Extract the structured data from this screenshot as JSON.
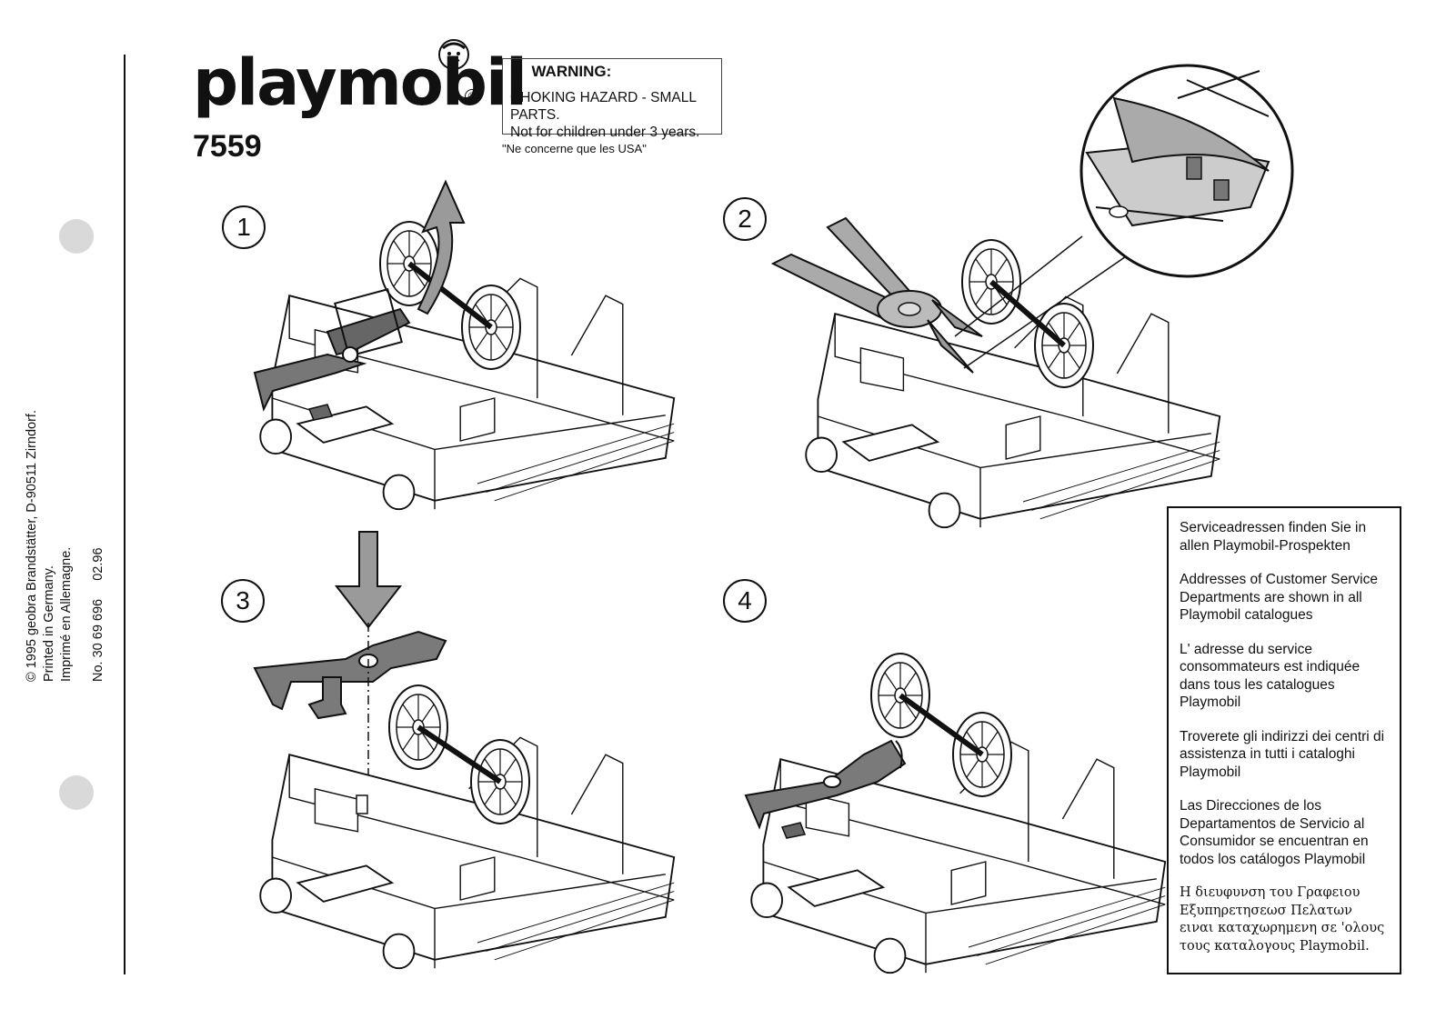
{
  "brand": {
    "logo_text": "playmobil",
    "registered_mark": "®"
  },
  "model_number": "7559",
  "warning": {
    "title": "WARNING:",
    "line1": "CHOKING HAZARD - SMALL PARTS.",
    "line2": "Not for children under 3 years.",
    "note": "\"Ne concerne que les USA\""
  },
  "imprint": {
    "line1": "© 1995 geobra Brandstätter, D-90511 Zirndorf.",
    "line2": "Printed in Germany.",
    "line3": "Imprimé en Allemagne.",
    "line4": "No. 30 69 696     02.96"
  },
  "steps": [
    {
      "number": "1"
    },
    {
      "number": "2"
    },
    {
      "number": "3"
    },
    {
      "number": "4"
    }
  ],
  "service_box": {
    "de": "Serviceadressen finden Sie in allen Playmobil-Prospekten",
    "en": "Addresses of Customer Service Departments are shown in all Playmobil catalogues",
    "fr": "L' adresse du service consommateurs est indiquée dans tous les catalogues Playmobil",
    "it": "Troverete gli indirizzi dei centri di assistenza in tutti i cataloghi Playmobil",
    "es": "Las Direcciones de los Departamentos de Servicio al Consumidor se encuentran en todos los catálogos Playmobil",
    "el": "Η διευφυνση του Γραφειου Εξυπηρετησεωσ Πελατων ειναι καταχωρημενη σε 'ολους τους καταλογους Playmobil."
  },
  "colors": {
    "ink": "#111111",
    "part_gray": "#8a8a8a",
    "punch_hole": "#d9d9d9",
    "arrow_gray": "#9a9a9a"
  }
}
